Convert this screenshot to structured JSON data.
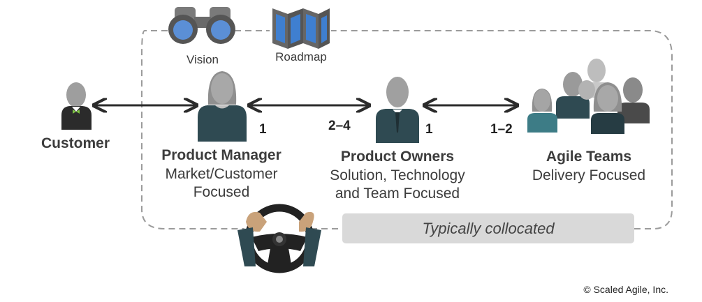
{
  "icons": {
    "vision": "binoculars-icon",
    "roadmap": "map-icon",
    "steering": "steering-wheel-icon"
  },
  "labels": {
    "vision": "Vision",
    "roadmap": "Roadmap",
    "customer": "Customer",
    "product_manager": {
      "title": "Product Manager",
      "line1": "Market/Customer",
      "line2": "Focused"
    },
    "product_owners": {
      "title": "Product Owners",
      "line1": "Solution, Technology",
      "line2": "and Team Focused"
    },
    "agile_teams": {
      "title": "Agile Teams",
      "line1": "Delivery Focused"
    },
    "collocated": "Typically collocated",
    "copyright": "© Scaled Agile, Inc."
  },
  "ratios": {
    "pm_side": "1",
    "po_left": "2–4",
    "po_right": "1",
    "team_side": "1–2"
  },
  "colors": {
    "suit_teal": "#2f4a52",
    "head_gray": "#9e9e9e",
    "arrow": "#2b2b2b",
    "dashed_border": "#9b9b9b",
    "binocular_blue": "#5b8fd6",
    "map_blue": "#3f7fd0",
    "collocated_bg": "#d9d9d9"
  }
}
